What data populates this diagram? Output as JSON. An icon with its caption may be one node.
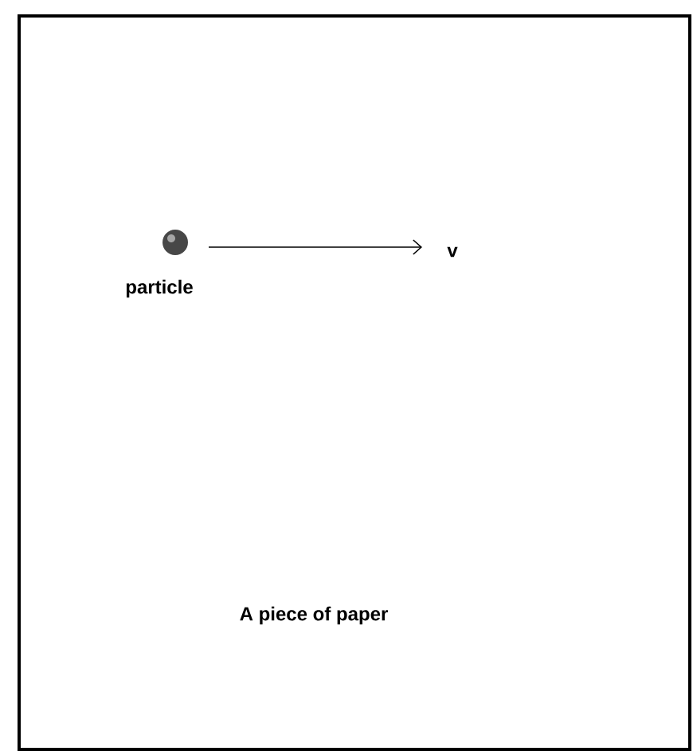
{
  "diagram": {
    "nodes": [
      {
        "text": [
          "A piece of paper"
        ]
      },
      {
        "text": [],
        "shape": "circle",
        "beside": [
          "particle"
        ],
        "in": 0
      }
    ],
    "labels": [
      "v"
    ]
  }
}
